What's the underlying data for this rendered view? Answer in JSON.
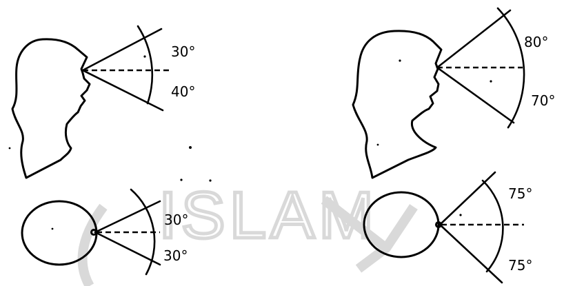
{
  "watermark": {
    "text": "ISLAM",
    "color": "#d9d9d9"
  },
  "panels": [
    {
      "id": "head-left",
      "labels": [
        "30°",
        "40°"
      ]
    },
    {
      "id": "head-right",
      "labels": [
        "80°",
        "70°"
      ]
    },
    {
      "id": "eye-left",
      "labels": [
        "30°",
        "30°"
      ]
    },
    {
      "id": "eye-right",
      "labels": [
        "75°",
        "75°"
      ]
    }
  ]
}
